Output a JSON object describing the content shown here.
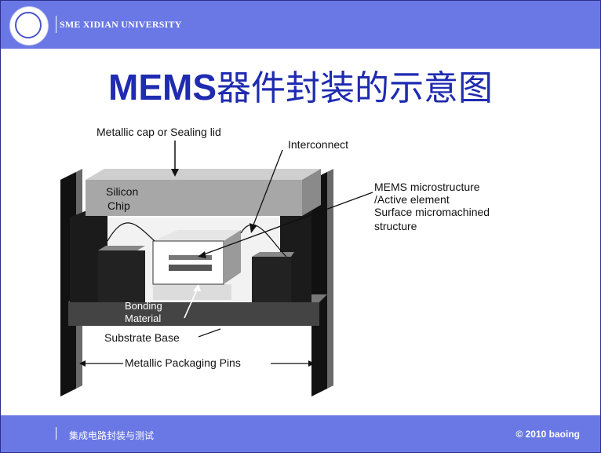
{
  "header": {
    "university": "SME XIDIAN UNIVERSITY"
  },
  "title": {
    "latin": "MEMS",
    "cjk": "器件封装的示意图"
  },
  "figure": {
    "labels": {
      "cap": "Metallic cap or Sealing lid",
      "interconnect": "Interconnect",
      "silicon_chip_1": "Silicon",
      "silicon_chip_2": "Chip",
      "mems_1": "MEMS microstructure",
      "mems_2": "/Active element",
      "mems_3": "Surface micromachined",
      "mems_4": "structure",
      "bonding_1": "Bonding",
      "bonding_2": "Material",
      "substrate": "Substrate Base",
      "pins": "Metallic Packaging Pins"
    }
  },
  "footer": {
    "course": "集成电路封装与测试",
    "copyright": "© 2010 baoing"
  },
  "colors": {
    "header_bg": "#6a78e6",
    "title": "#1f2bb0"
  }
}
